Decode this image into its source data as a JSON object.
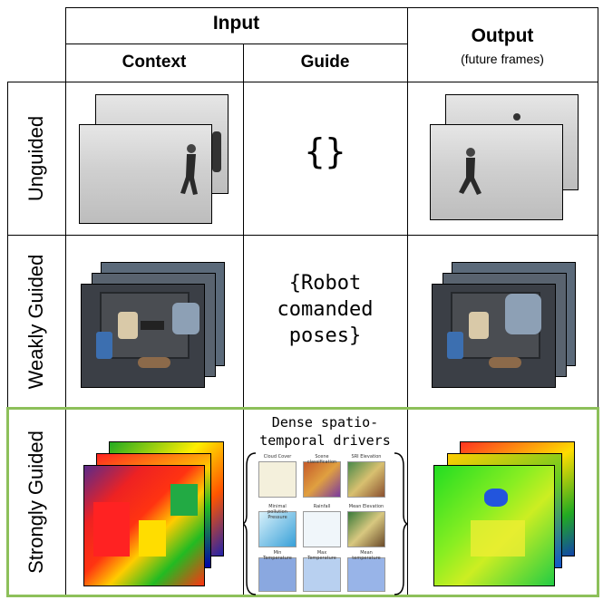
{
  "header": {
    "input": "Input",
    "context": "Context",
    "guide": "Guide",
    "output": "Output",
    "output_sub": "(future frames)"
  },
  "rows": [
    {
      "label": "Unguided",
      "guide_text": "{}"
    },
    {
      "label": "Weakly Guided",
      "guide_text": "{Robot\ncomanded\nposes}"
    },
    {
      "label": "Strongly Guided",
      "guide_title": "Dense spatio-\ntemporal drivers"
    }
  ],
  "mini_plots": {
    "titles": [
      "Cloud Cover",
      "Scene classification",
      "SRI Elevation",
      "Minimal pollution Pressure",
      "Rainfall",
      "Mean Elevation",
      "Min Temperature",
      "Max Temperature",
      "Mean temperature"
    ]
  },
  "colors": {
    "frame_border": "#000000",
    "strong_row_border": "#8dc05a"
  }
}
